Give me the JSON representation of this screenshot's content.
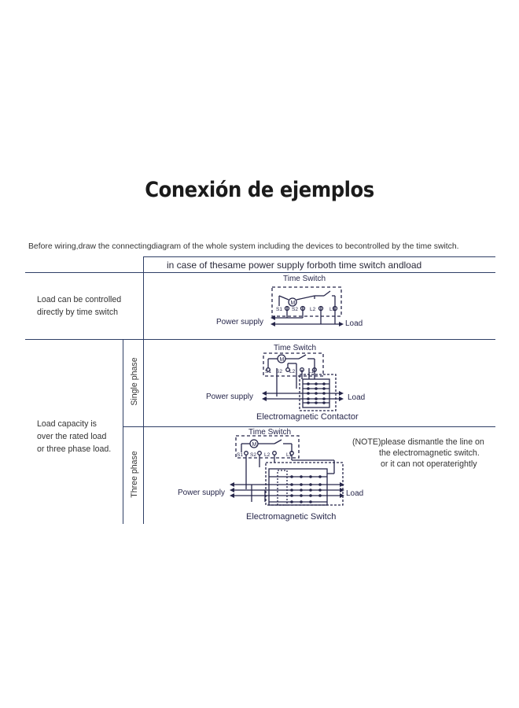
{
  "title": "Conexión de ejemplos",
  "intro": "Before wiring,draw the connectingdiagram of the whole system  including the devices to becontrolled by the time switch.",
  "table_header": "in case of thesame power supply forboth time switch andload",
  "rows": {
    "direct": {
      "label_line1": "Load can be controlled",
      "label_line2": "directly by time switch"
    },
    "capacity": {
      "label_line1": "Load capacity is",
      "label_line2": "over the rated load",
      "label_line3": "or three phase load."
    },
    "single_phase": "Single phase",
    "three_phase": "Three phase"
  },
  "diagram1": {
    "title": "Time Switch",
    "motor": "M",
    "terminals": [
      "S1",
      "S2",
      "L2",
      "L1"
    ],
    "power_supply": "Power supply",
    "load": "Load"
  },
  "diagram2": {
    "title": "Time Switch",
    "motor": "M",
    "terminals": [
      "S1",
      "S2",
      "L2",
      "L1"
    ],
    "power_supply": "Power supply",
    "load": "Load",
    "device": "Electromagnetic Contactor"
  },
  "diagram3": {
    "title": "Time Switch",
    "motor": "M",
    "terminals": [
      "S1",
      "S2",
      "L2",
      "L1"
    ],
    "power_supply": "Power supply",
    "load": "Load",
    "device": "Electromagnetic Switch"
  },
  "note": {
    "line1": "(NOTE)please dismantle the line on",
    "line2": "the electromagnetic switch.",
    "line3": "or it can not operaterightly"
  },
  "colors": {
    "ink": "#26264a",
    "line": "#2f3f66"
  }
}
